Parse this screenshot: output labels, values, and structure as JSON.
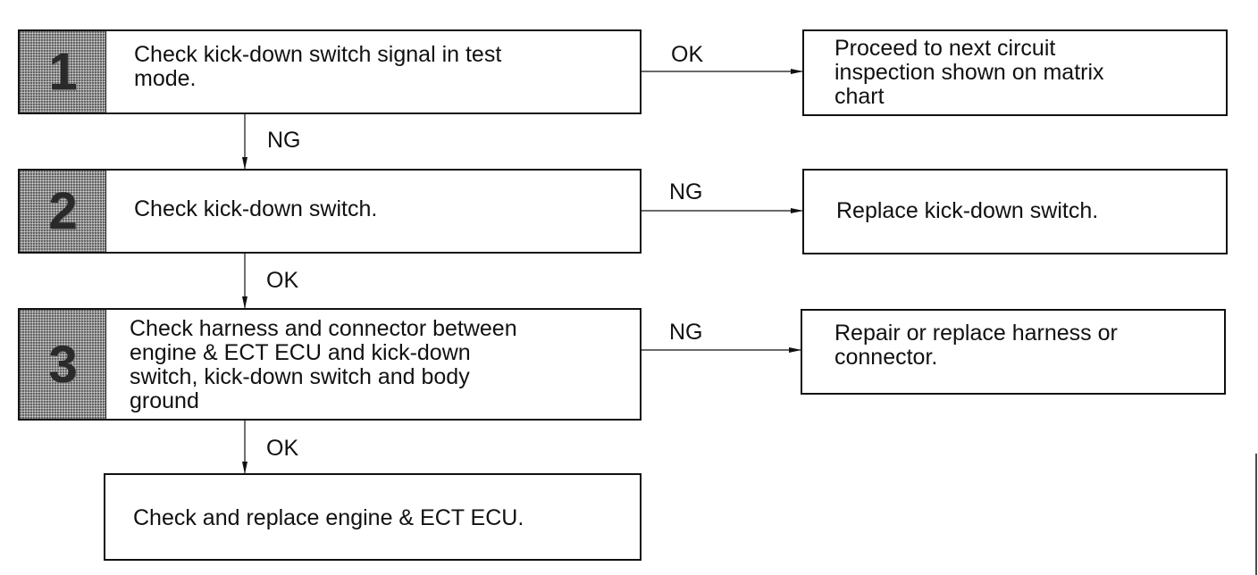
{
  "steps": [
    {
      "number": "1",
      "text": "Check kick-down switch signal in test\nmode."
    },
    {
      "number": "2",
      "text": "Check kick-down switch."
    },
    {
      "number": "3",
      "text": "Check harness and connector between\nengine & ECT ECU and kick-down\nswitch, kick-down switch and body\nground"
    }
  ],
  "final_step": {
    "text": "Check and replace engine & ECT ECU."
  },
  "outcomes": [
    {
      "text": "Proceed to next circuit\ninspection shown on matrix\nchart"
    },
    {
      "text": "Replace kick-down switch."
    },
    {
      "text": "Repair or replace harness or\nconnector."
    }
  ],
  "branch_labels": {
    "step1_right": "OK",
    "step1_down": "NG",
    "step2_right": "NG",
    "step2_down": "OK",
    "step3_right": "NG",
    "step3_down": "OK"
  }
}
